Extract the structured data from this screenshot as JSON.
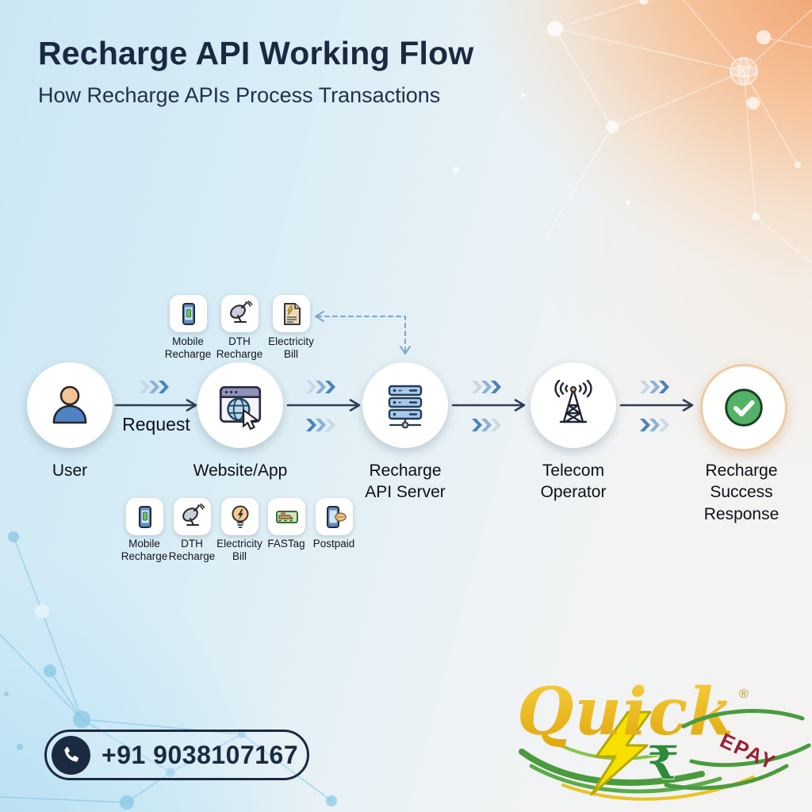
{
  "header": {
    "title": "Recharge API Working Flow",
    "subtitle": "How Recharge APIs Process Transactions"
  },
  "flow": {
    "request_label": "Request",
    "nodes": [
      {
        "id": "user",
        "lines": [
          "User"
        ]
      },
      {
        "id": "website-app",
        "lines": [
          "Website/App"
        ]
      },
      {
        "id": "recharge-api-server",
        "lines": [
          "Recharge",
          "API Server"
        ]
      },
      {
        "id": "telecom-operator",
        "lines": [
          "Telecom",
          "Operator"
        ]
      },
      {
        "id": "recharge-success-response",
        "lines": [
          "Recharge",
          "Success",
          "Response"
        ]
      }
    ]
  },
  "top_services": [
    {
      "id": "mobile-recharge",
      "lines": [
        "Mobile",
        "Recharge"
      ]
    },
    {
      "id": "dth-recharge",
      "lines": [
        "DTH",
        "Recharge"
      ]
    },
    {
      "id": "electricity-bill",
      "lines": [
        "Electricity",
        "Bill"
      ]
    }
  ],
  "bottom_services": [
    {
      "id": "mobile-recharge",
      "lines": [
        "Mobile",
        "Recharge"
      ]
    },
    {
      "id": "dth-recharge",
      "lines": [
        "DTH",
        "Recharge"
      ]
    },
    {
      "id": "electricity-bill",
      "lines": [
        "Electricity",
        "Bill"
      ]
    },
    {
      "id": "fastag",
      "lines": [
        "FASTag",
        ""
      ]
    },
    {
      "id": "postpaid",
      "lines": [
        "Postpaid",
        ""
      ]
    }
  ],
  "contact": {
    "phone": "+91 9038107167"
  },
  "logo": {
    "brand": "Quick",
    "registered": "®",
    "sub_brand": "EPAY",
    "rupee": "₹"
  },
  "colors": {
    "title_navy": "#1b2940",
    "arrow_navy": "#2e3d55",
    "chevron_dark": "#4a82ba",
    "chevron_mid": "#8ab0d4",
    "chevron_light": "#c9d6e3",
    "dashed_connector": "#7aa6c4",
    "success_green": "#53b267",
    "corner_orange": "#f19861",
    "corner_blue": "#b2ddf2",
    "logo_gold": "#e9b81c",
    "logo_red": "#9c1f33",
    "logo_green": "#4a9b3e",
    "pill_navy": "#1c2a41"
  }
}
